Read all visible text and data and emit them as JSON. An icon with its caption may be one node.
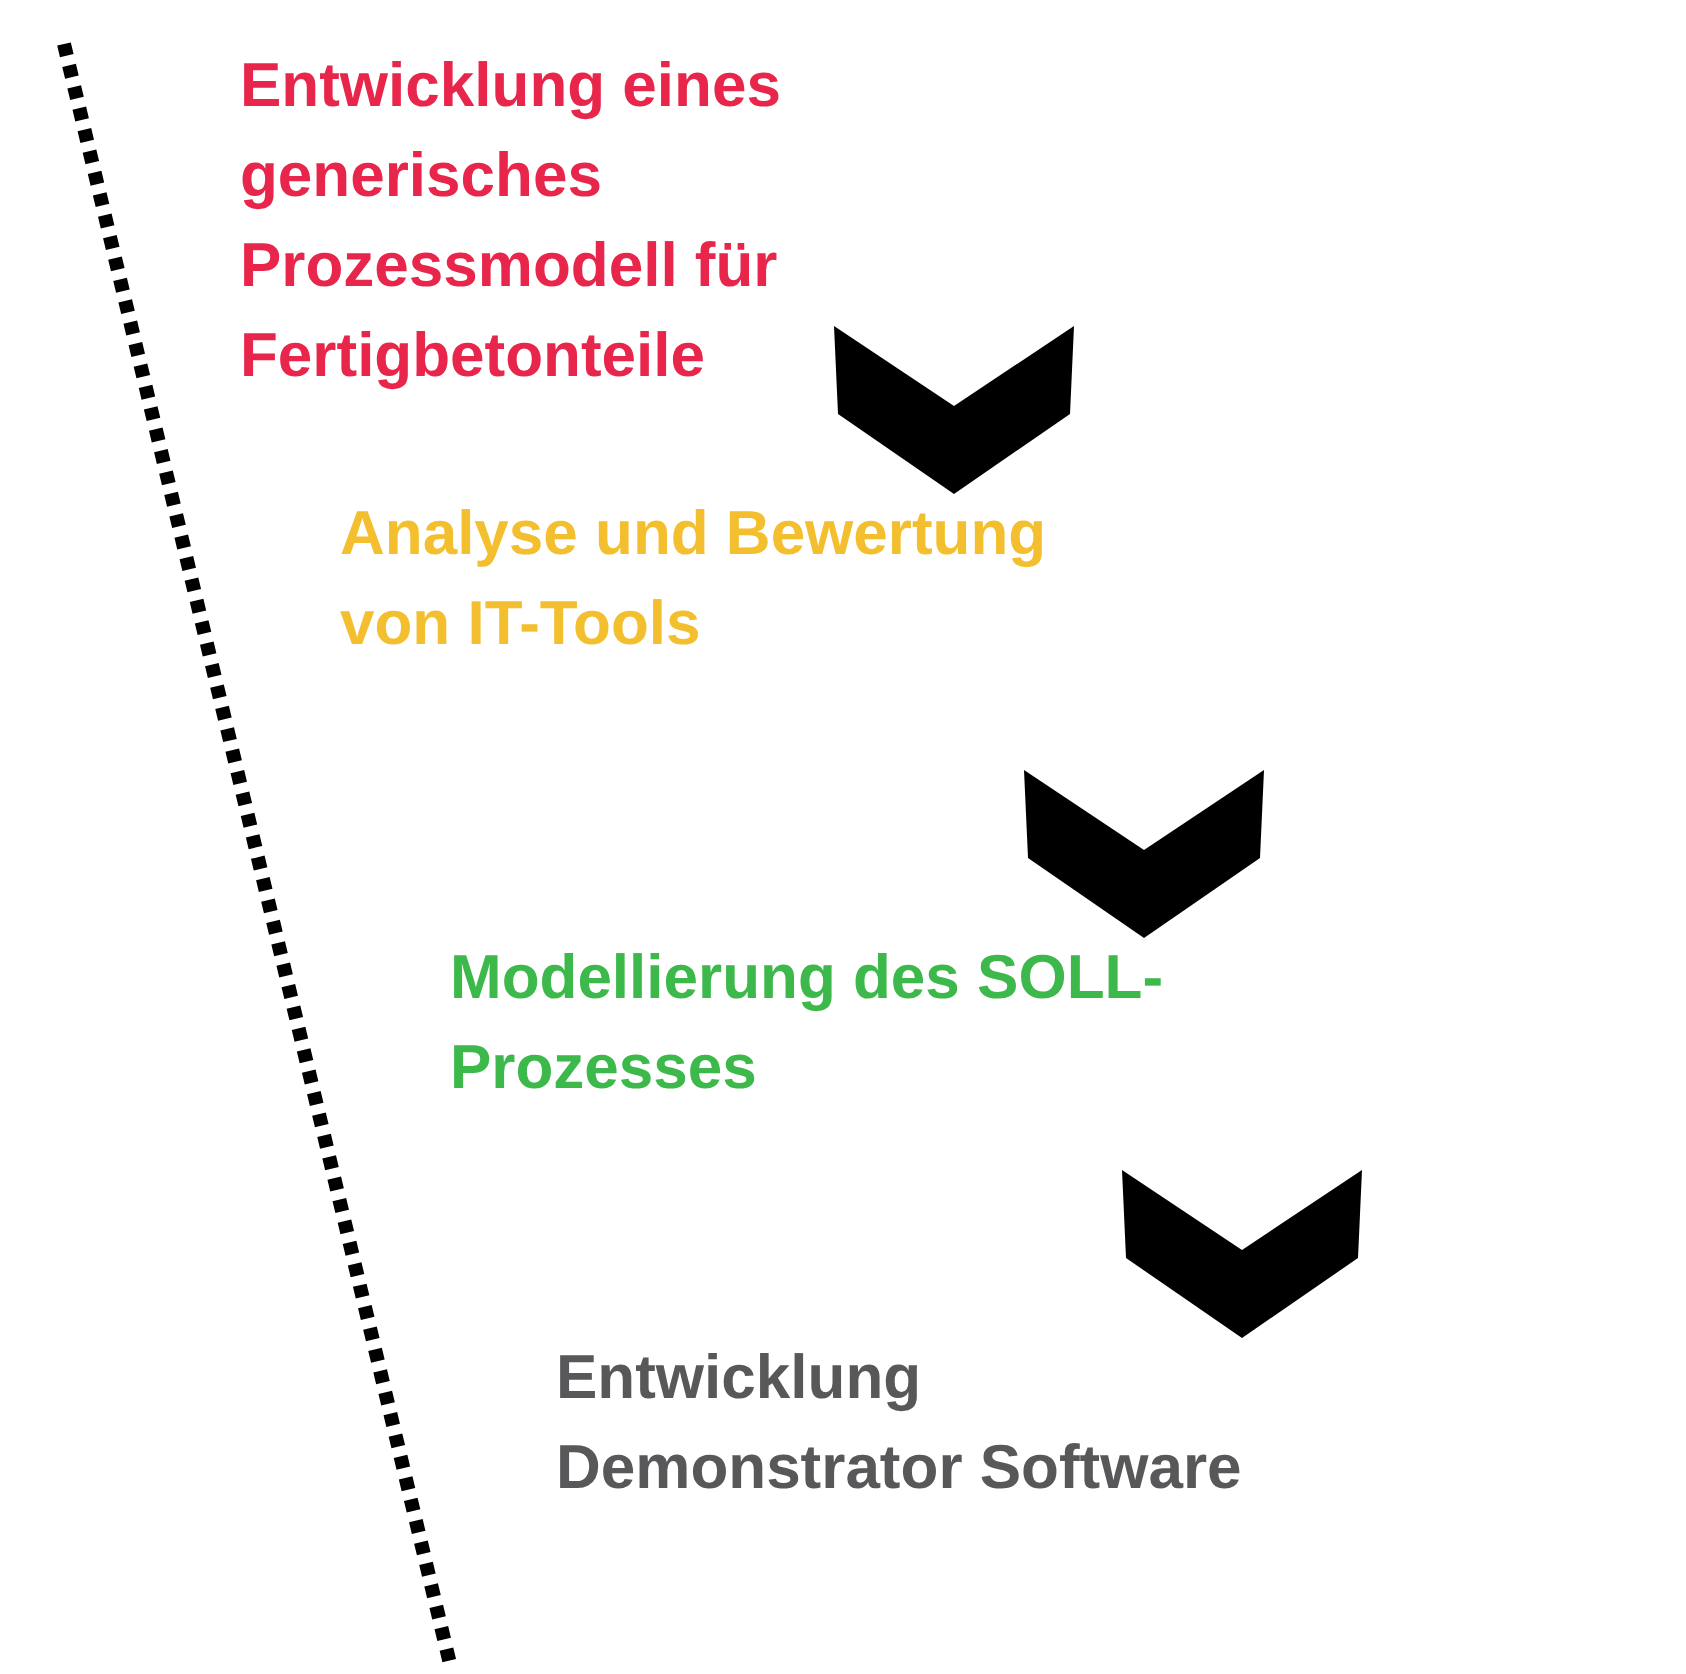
{
  "diagram": {
    "nodes": [
      {
        "text": [
          "Entwicklung eines generisches Prozessmodell für Fertigbetonteile"
        ]
      },
      {
        "text": [
          "Analyse und Bewertung von IT-Tools"
        ]
      },
      {
        "text": [
          "Modellierung des SOLL-Prozesses"
        ]
      },
      {
        "text": [
          "Entwicklung Demonstrator Software"
        ]
      }
    ],
    "edges": [
      {
        "from": 0,
        "to": 1,
        "arrow": "to"
      },
      {
        "from": 1,
        "to": 2,
        "arrow": "to"
      },
      {
        "from": 2,
        "to": 3,
        "arrow": "to"
      }
    ]
  }
}
